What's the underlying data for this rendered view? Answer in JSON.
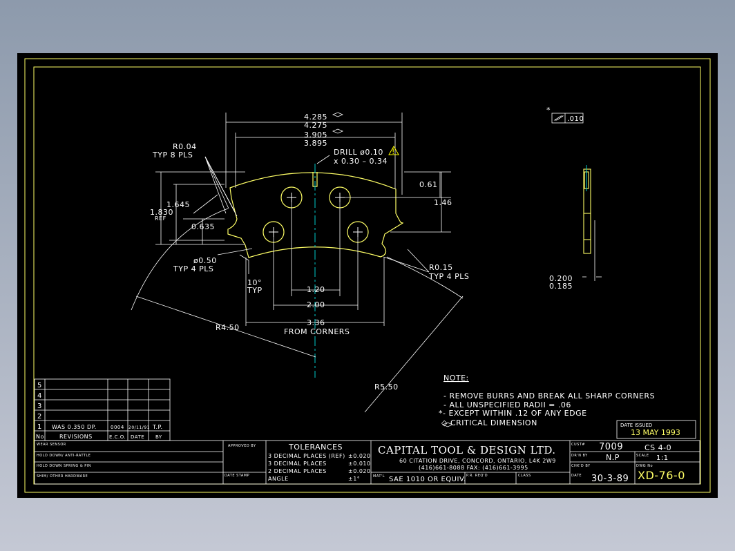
{
  "colors": {
    "background": "#000000",
    "border": "#ffff66",
    "part_outline": "#ffff66",
    "dimension": "#ffffff",
    "centerline": "#00cccc",
    "warning": "#ffff00"
  },
  "dims": {
    "width_max": "4.285",
    "width_min": "4.275",
    "inner_max": "3.905",
    "inner_min": "3.895",
    "radius_corner": "R0.04",
    "radius_corner_note": "TYP 8 PLS",
    "drill": "DRILL ø0.10",
    "drill_depth": "x 0.30 – 0.34",
    "h_1830": "1.830",
    "h_ref": "REF",
    "h_1645": "1.645",
    "h_0635": "0.635",
    "h_061": "0.61",
    "h_146": "1.46",
    "hole_dia": "ø0.50",
    "hole_dia_note": "TYP 4 PLS",
    "angle": "10°",
    "angle_note": "TYP",
    "r015": "R0.15",
    "r015_note": "TYP 4 PLS",
    "d120": "1.20",
    "d200": "2.00",
    "d336": "3.36",
    "d336_note": "FROM CORNERS",
    "r450": "R4.50",
    "r550": "R5.50",
    "flatness": ".010",
    "thick_max": "0.200",
    "thick_min": "0.185"
  },
  "notes": {
    "heading": "NOTE:",
    "line1": "- REMOVE BURRS AND BREAK ALL SHARP CORNERS",
    "line2": "- ALL UNSPECIFIED RADII = .06",
    "line3": "*- EXCEPT WITHIN .12 OF ANY EDGE",
    "line4": "◇  CRITICAL DIMENSION"
  },
  "issued": {
    "label": "DATE ISSUED",
    "value": "13 MAY 1993"
  },
  "revisions": {
    "rows": [
      {
        "no": "5",
        "desc": "",
        "eco": "",
        "date": "",
        "by": ""
      },
      {
        "no": "4",
        "desc": "",
        "eco": "",
        "date": "",
        "by": ""
      },
      {
        "no": "3",
        "desc": "",
        "eco": "",
        "date": "",
        "by": ""
      },
      {
        "no": "2",
        "desc": "",
        "eco": "",
        "date": "",
        "by": ""
      },
      {
        "no": "1",
        "desc": "WAS 0.350 DP.",
        "eco": "0004",
        "date": "20/11/91",
        "by": "T.P."
      }
    ],
    "headers": {
      "no": "No",
      "desc": "REVISIONS",
      "eco": "E.C.O.",
      "date": "DATE",
      "by": "BY"
    }
  },
  "title_block": {
    "uses": [
      "WEAR SENSOR",
      "HOLD DOWN/ ANTI-RATTLE",
      "HOLD DOWN SPRING & PIN",
      "SHIM/ OTHER HARDWARE"
    ],
    "approved_by": "APPROVED BY",
    "date_stamp": "DATE STAMP",
    "tolerances_title": "TOLERANCES",
    "tol1": "3 DECIMAL PLACES (REF)",
    "tol1v": "±0.020",
    "tol2": "3 DECIMAL PLACES",
    "tol2v": "±0.010",
    "tol3": "2 DECIMAL PLACES",
    "tol3v": "±0.020",
    "tol4": "ANGLE",
    "tol4v": "±1°",
    "company": "CAPITAL TOOL & DESIGN LTD.",
    "address": "60 CITATION DRIVE, CONCORD, ONTARIO, L4K 2W9",
    "phone": "(416)661-8088   FAX: (416)661-3995",
    "matl_label": "MAT'L",
    "matl": "SAE 1010 OR EQUIV.",
    "pr_label": "P.R. REQ'D",
    "class_label": "CLASS",
    "cust_label": "CUST#",
    "cust": "7009",
    "cs": "CS 4-0",
    "drawn_label": "DR'N BY",
    "drawn": "N.P",
    "scale_label": "SCALE",
    "scale": "1:1",
    "chkd_label": "CHK'D BY",
    "dwg_label": "DWG No",
    "date_label": "DATE",
    "date": "30-3-89",
    "dwg": "XD-76-0"
  }
}
